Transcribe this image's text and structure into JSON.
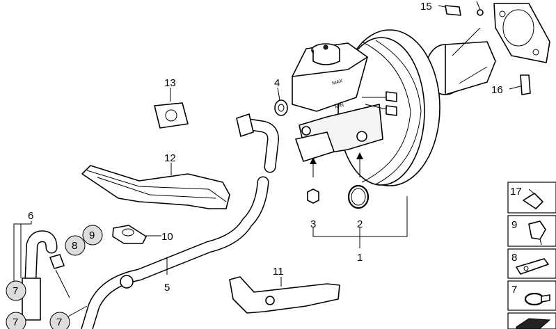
{
  "callouts": {
    "c1": "1",
    "c2": "2",
    "c3": "3",
    "c4": "4",
    "c5": "5",
    "c6": "6",
    "c7a": "7",
    "c7b": "7",
    "c7c": "7",
    "c8": "8",
    "c9": "9",
    "c10": "10",
    "c11": "11",
    "c12": "12",
    "c13": "13",
    "c15": "15",
    "c16": "16"
  },
  "sidebar": {
    "items": [
      {
        "label": "17"
      },
      {
        "label": "9"
      },
      {
        "label": "8"
      },
      {
        "label": "7"
      },
      {
        "label": ""
      }
    ]
  },
  "reservoir": {
    "marking_max": "MAX",
    "marking_min": "MIN"
  }
}
